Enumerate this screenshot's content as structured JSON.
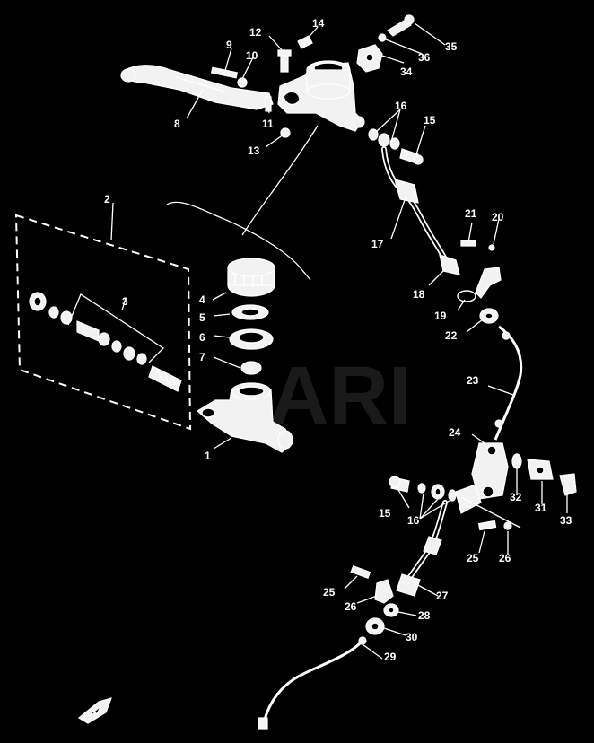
{
  "watermark": "ARI",
  "callouts": [
    {
      "id": "c1",
      "text": "1"
    },
    {
      "id": "c2",
      "text": "2"
    },
    {
      "id": "c3",
      "text": "3"
    },
    {
      "id": "c4",
      "text": "4"
    },
    {
      "id": "c5",
      "text": "5"
    },
    {
      "id": "c6",
      "text": "6"
    },
    {
      "id": "c7",
      "text": "7"
    },
    {
      "id": "c8",
      "text": "8"
    },
    {
      "id": "c9",
      "text": "9"
    },
    {
      "id": "c10",
      "text": "10"
    },
    {
      "id": "c11",
      "text": "11"
    },
    {
      "id": "c12",
      "text": "12"
    },
    {
      "id": "c13",
      "text": "13"
    },
    {
      "id": "c14",
      "text": "14"
    },
    {
      "id": "c15a",
      "text": "15"
    },
    {
      "id": "c15b",
      "text": "15"
    },
    {
      "id": "c16a",
      "text": "16"
    },
    {
      "id": "c16b",
      "text": "16"
    },
    {
      "id": "c17",
      "text": "17"
    },
    {
      "id": "c18",
      "text": "18"
    },
    {
      "id": "c19",
      "text": "19"
    },
    {
      "id": "c20",
      "text": "20"
    },
    {
      "id": "c21",
      "text": "21"
    },
    {
      "id": "c22",
      "text": "22"
    },
    {
      "id": "c23",
      "text": "23"
    },
    {
      "id": "c24",
      "text": "24"
    },
    {
      "id": "c25a",
      "text": "25"
    },
    {
      "id": "c25b",
      "text": "25"
    },
    {
      "id": "c26a",
      "text": "26"
    },
    {
      "id": "c26b",
      "text": "26"
    },
    {
      "id": "c27",
      "text": "27"
    },
    {
      "id": "c28",
      "text": "28"
    },
    {
      "id": "c29",
      "text": "29"
    },
    {
      "id": "c30",
      "text": "30"
    },
    {
      "id": "c31",
      "text": "31"
    },
    {
      "id": "c32",
      "text": "32"
    },
    {
      "id": "c33",
      "text": "33"
    },
    {
      "id": "c34",
      "text": "34"
    },
    {
      "id": "c35",
      "text": "35"
    },
    {
      "id": "c36",
      "text": "36"
    }
  ]
}
